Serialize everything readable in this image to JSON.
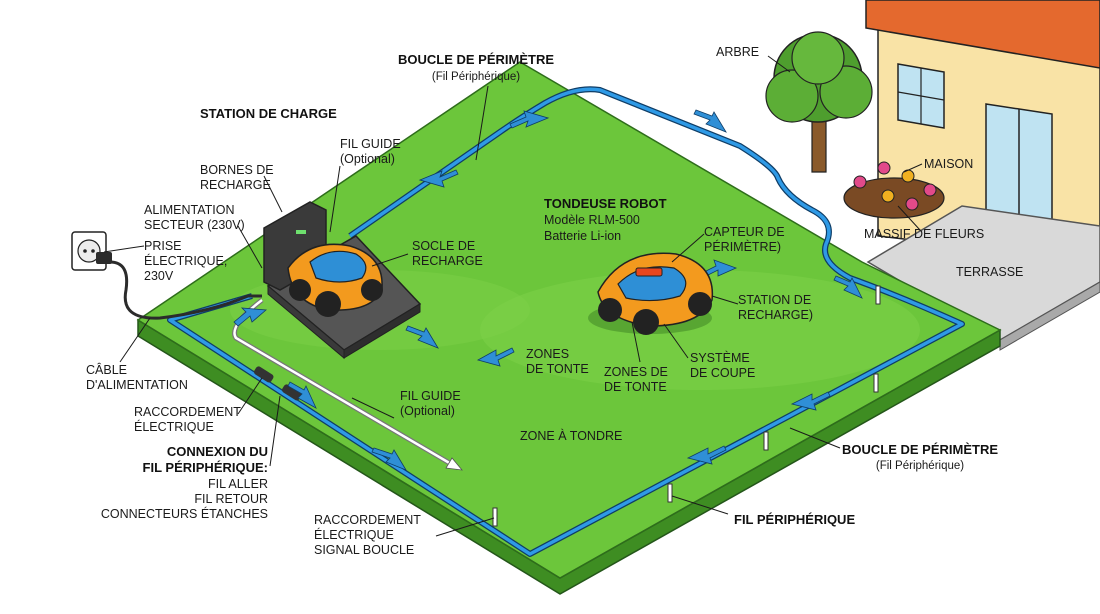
{
  "colors": {
    "lawn": "#6cc63b",
    "lawn_edge": "#3e8d22",
    "perimeter_wire": "#1e7fd0",
    "mower_body": "#f39a1e",
    "roof": "#e4692e",
    "house_wall": "#f9e3a6"
  },
  "labels": {
    "perimeter_loop_top": {
      "title": "BOUCLE DE PÉRIMÈTRE",
      "subtitle": "(Fil Périphérique)"
    },
    "charging_station": "STATION DE CHARGE",
    "charging_terminals": [
      "BORNES DE",
      "RECHARGE"
    ],
    "guide_wire_top": [
      "FIL GUIDE",
      "(Optional)"
    ],
    "mains_supply": [
      "ALIMENTATION",
      "SECTEUR (230V)"
    ],
    "power_socket": [
      "PRISE",
      "ÉLECTRIQUE,",
      "230V"
    ],
    "charging_base": [
      "SOCLE DE",
      "RECHARGE"
    ],
    "robot_mower": {
      "title": "TONDEUSE ROBOT",
      "model": "Modèle RLM-500",
      "battery": "Batterie Li-ion"
    },
    "perimeter_sensor": [
      "CAPTEUR DE",
      "PÉRIMÈTRE)"
    ],
    "station_charge_right": [
      "STATION DE",
      "RECHARGE)"
    ],
    "cutting_system": [
      "SYSTÈME",
      "DE COUPE"
    ],
    "mowing_zones_left": [
      "ZONES",
      "DE TONTE"
    ],
    "mowing_zones_mid": [
      "ZONES DE",
      "DE TONTE"
    ],
    "power_cable": [
      "CÂBLE",
      "D'ALIMENTATION"
    ],
    "electric_connection_left": [
      "RACCORDEMENT",
      "ÉLECTRIQUE"
    ],
    "wire_connection": {
      "title": [
        "CONNEXION DU",
        "FIL PÉRIPHÉRIQUE:"
      ],
      "items": [
        "FIL ALLER",
        "FIL RETOUR",
        "CONNECTEURS ÉTANCHES"
      ]
    },
    "guide_wire_mid": [
      "FIL GUIDE",
      "(Optional)"
    ],
    "area_to_mow": "ZONE À TONDRE",
    "electric_connection_bottom": [
      "RACCORDEMENT",
      "ÉLECTRIQUE",
      "SIGNAL BOUCLE"
    ],
    "perimeter_loop_right": {
      "title": "BOUCLE DE PÉRIMÈTRE",
      "subtitle": "(Fil Périphérique)"
    },
    "perimeter_wire": "FIL PÉRIPHÉRIQUE",
    "tree": "ARBRE",
    "house": "MAISON",
    "flower_bed": "MASSIF DE FLEURS",
    "terrace": "TERRASSE"
  }
}
